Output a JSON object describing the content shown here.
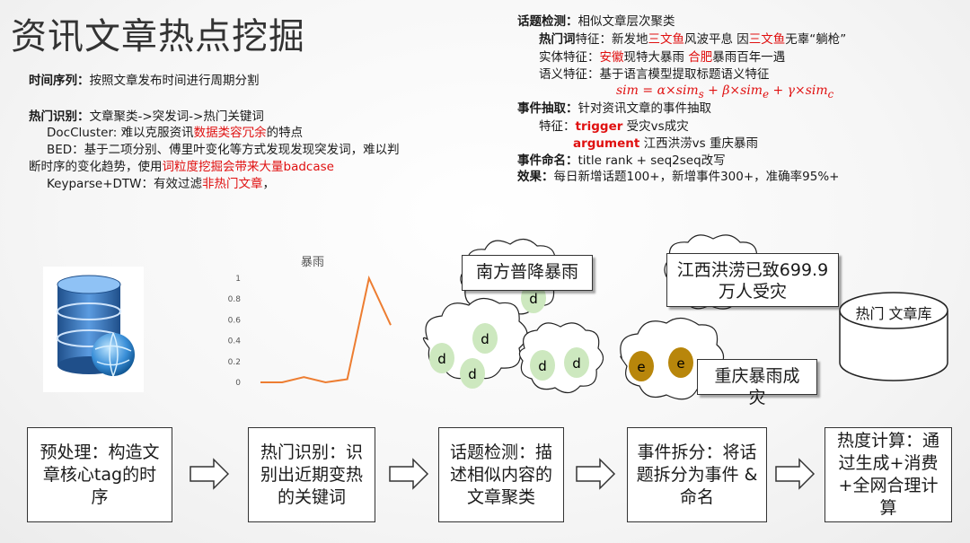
{
  "title": "资讯文章热点挖掘",
  "left": {
    "timeseries_label": "时间序列：",
    "timeseries_text": "按照文章发布时间进行周期分割",
    "hot_label": "热门识别：",
    "hot_text": "文章聚类->突发词->热门关键词",
    "doc_a": "DocCluster: 难以克服资讯",
    "doc_b": "数据类容冗余",
    "doc_c": "的特点",
    "bed_a": "BED：基于二项分别、傅里叶变化等方式发现发现突发词，难以判",
    "bed_b": "断时序的变化趋势，使用",
    "bed_c": "词粒度挖掘会带来大量badcase",
    "key_a": "Keyparse+DTW：有效过滤",
    "key_b": "非热门文章",
    "key_c": "，"
  },
  "right": {
    "topic_label": "话题检测：",
    "topic_text": "相似文章层次聚类",
    "hotword_label": "热门词",
    "hotword_a": "特征：新发地",
    "hotword_b": "三文鱼",
    "hotword_c": "风波平息 因",
    "hotword_d": "三文鱼",
    "hotword_e": "无辜“躺枪”",
    "entity_a": "实体特征：",
    "entity_b": "安徽",
    "entity_c": "现特大暴雨 ",
    "entity_d": "合肥",
    "entity_e": "暴雨百年一遇",
    "semantic": "语义特征：基于语言模型提取标题语义特征",
    "formula": "sim = α×sim_s + β×sim_e + γ×sim_c",
    "event_label": "事件抽取：",
    "event_text": "针对资讯文章的事件抽取",
    "feature_a": "特征：",
    "feature_b": "trigger",
    "feature_c": " 受灾vs成灾",
    "arg_a": "argument",
    "arg_b": " 江西洪涝vs 重庆暴雨",
    "naming_label": "事件命名：",
    "naming_text": "title rank + seq2seq改写",
    "effect_label": "效果：",
    "effect_text": "每日新增话题100+，新增事件300+，准确率95%+"
  },
  "chart_data": {
    "type": "line",
    "title": "暴雨",
    "x": [
      1,
      2,
      3,
      4,
      5,
      6,
      7
    ],
    "values": [
      0,
      0,
      0.05,
      0,
      0.03,
      1.0,
      0.55
    ],
    "yticks": [
      "0",
      "0.2",
      "0.4",
      "0.6",
      "0.8",
      "1"
    ],
    "ylim": [
      0,
      1
    ],
    "color": "#ed7d31",
    "grid": false
  },
  "callouts": {
    "south": "南方普降暴雨",
    "jiangxi": "江西洪涝已致699.9 万人受灾",
    "chongqing": "重庆暴雨成灾"
  },
  "cloud_letters": {
    "d": "d",
    "e": "e"
  },
  "db_label": "热门 文章库",
  "flow": [
    "预处理：构造文章核心tag的时序",
    "热门识别：识别出近期变热的关键词",
    "话题检测：描述相似内容的文章聚类",
    "事件拆分：将话题拆分为事件 & 命名",
    "热度计算：通过生成+消费+全网合理计算"
  ],
  "colors": {
    "red": "#e01010",
    "green_node": "#cde8bf",
    "gold_node": "#b8860b",
    "line": "#ed7d31"
  }
}
